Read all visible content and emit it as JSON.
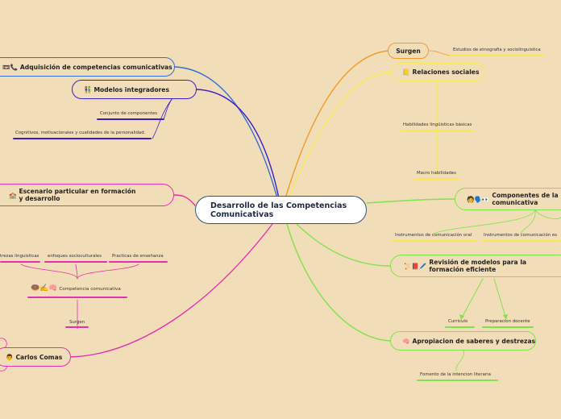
{
  "colors": {
    "background": "#f2ddb9",
    "blue": "#2f6fdc",
    "indigo": "#3b1ec8",
    "magenta": "#e630b4",
    "green": "#7fe34c",
    "yellow": "#f6ea50",
    "orange": "#f29b27"
  },
  "root": {
    "title": "Desarrollo de las Competencias Comunicativas"
  },
  "left": {
    "adquisicion": {
      "icons": "📼📞",
      "label": "Adquisición de competencias comunicativas"
    },
    "modelos": {
      "icons": "👫",
      "label": "Modelos integradores",
      "children": [
        "Conjunto de componentes",
        "Cognitivos, motivacionales y cualidades de la personalidad."
      ]
    },
    "escenario": {
      "icons": "🏫",
      "label": "Escenario particular en formación y desarrollo"
    },
    "carlos": {
      "icons": "👨",
      "label": "Carlos Comas",
      "surgen": "Surgen",
      "competencia": {
        "icons": "🍩✍️🧠",
        "label": "Competencia comunicativa"
      },
      "children": [
        "trezas linguisticas",
        "enfoques socioculturales",
        "Practicas de enseñanza"
      ]
    }
  },
  "right": {
    "surgen": {
      "label": "Surgen",
      "child": "Estudios de etnografia y sociolinguistica"
    },
    "relaciones": {
      "icons": "📒",
      "label": "Relaciones sociales",
      "children": [
        "Habilidades lingüisticas básicas",
        "Macro habilidades"
      ]
    },
    "componentes": {
      "icons": "🧑🗣️👀",
      "label": "Componentes de la comunicativa",
      "children": [
        "Instrumentos de comunicación oral",
        "Instrumentos de comunicación es"
      ]
    },
    "revision": {
      "icons": "📜📕🖊️",
      "label": "Revisión de modelos para la formación eficiente",
      "children": [
        "Curriculo",
        "Preparacion docente"
      ]
    },
    "apropiacion": {
      "icons": "🧠",
      "label": "Apropiacion de saberes y destrezas",
      "child": "Fomento de la intencion literaria"
    }
  }
}
